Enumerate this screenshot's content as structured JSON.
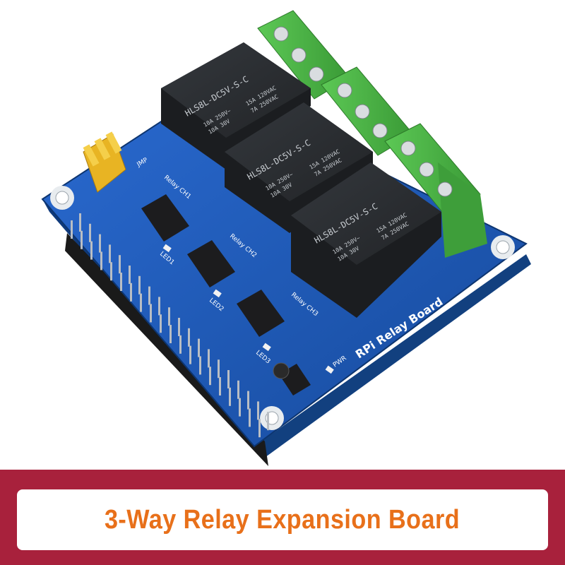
{
  "caption": "3-Way Relay Expansion Board",
  "board": {
    "title": "RPi Relay Board",
    "labels": {
      "jmp": "JMP",
      "relay_ch1": "Relay CH1",
      "relay_ch2": "Relay CH2",
      "relay_ch3": "Relay CH3",
      "led1": "LED1",
      "led2": "LED2",
      "led3": "LED3",
      "pwr": "PWR"
    },
    "relays": [
      {
        "model": "HLS8L-DC5V-S-C",
        "rating_ac": "10A 250V~",
        "rating_dc": "10A 30V",
        "rating_ac2": "15A 120VAC",
        "rating_ac3": "7A 250VAC"
      },
      {
        "model": "HLS8L-DC5V-S-C",
        "rating_ac": "10A 250V~",
        "rating_dc": "10A 30V",
        "rating_ac2": "15A 120VAC",
        "rating_ac3": "7A 250VAC"
      },
      {
        "model": "HLS8L-DC5V-S-C",
        "rating_ac": "10A 250V~",
        "rating_dc": "10A 30V",
        "rating_ac2": "15A 120VAC",
        "rating_ac3": "7A 250VAC"
      }
    ],
    "colors": {
      "pcb": "#1e58b4",
      "relay": "#26292d",
      "terminal": "#4fb84a",
      "banner": "#a8213c",
      "caption": "#e8701a",
      "jumper": "#e8b423"
    }
  }
}
